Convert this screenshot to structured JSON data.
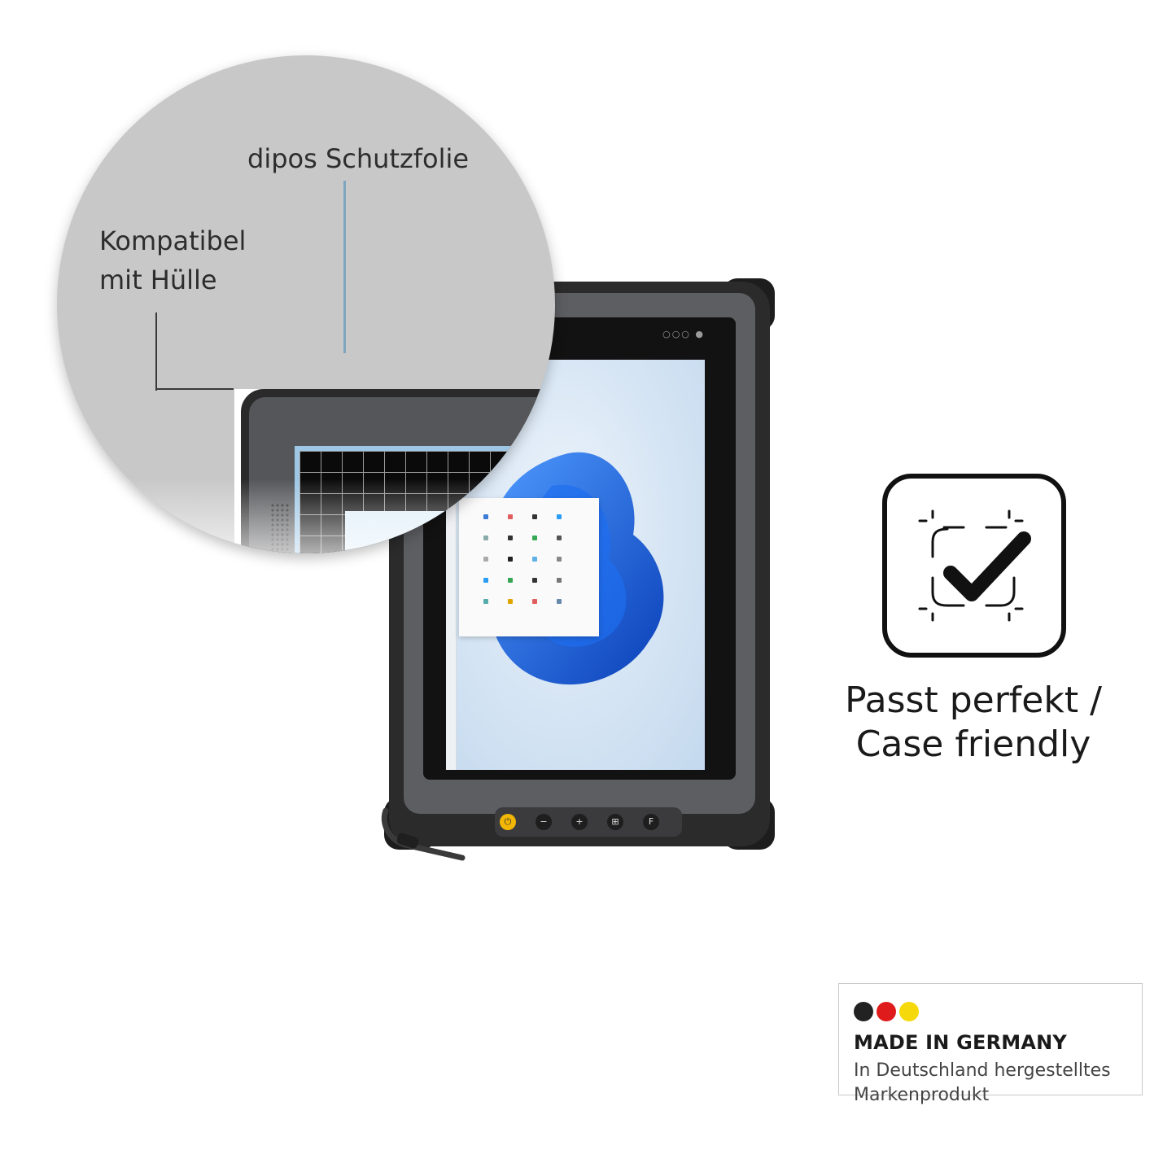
{
  "callouts": {
    "film_label": "dipos Schutzfolie",
    "compat_label_line1": "Kompatibel",
    "compat_label_line2": "mit Hülle"
  },
  "feature": {
    "icon": "checkmark-in-frame-icon",
    "label_line1": "Passt perfekt /",
    "label_line2": "Case friendly"
  },
  "badge": {
    "title": "MADE IN GERMANY",
    "line1": "In Deutschland hergestelltes",
    "line2": "Markenprodukt",
    "dot_colors": [
      "#222222",
      "#e01b1b",
      "#f5d90a"
    ]
  },
  "tablet": {
    "buttons": [
      "power",
      "minus",
      "plus",
      "windows",
      "function"
    ],
    "button_glyphs": [
      "⏻",
      "−",
      "+",
      "⊞",
      "F"
    ],
    "wallpaper_color": "#1b5fd6"
  }
}
